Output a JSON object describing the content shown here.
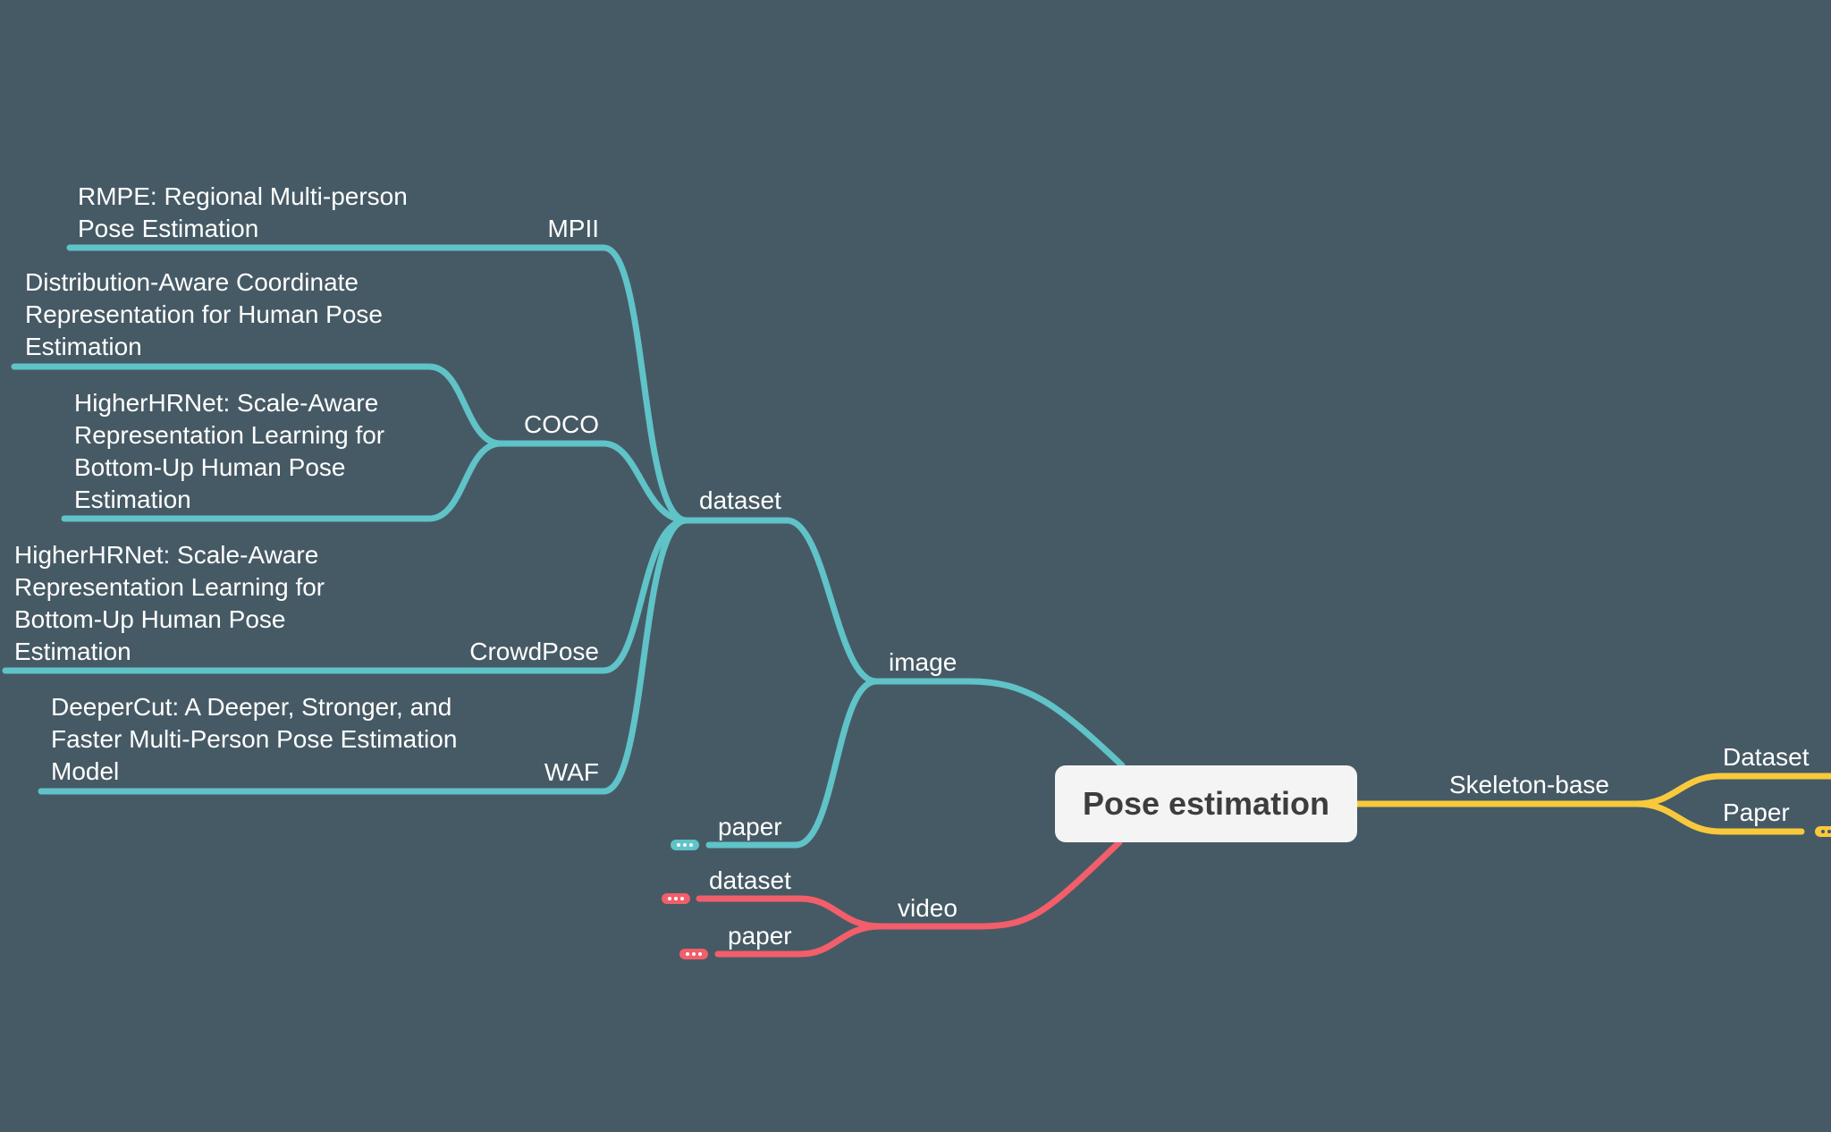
{
  "colors": {
    "background": "#465a65",
    "image_branch": "#5fc3c8",
    "video_branch": "#f25e6a",
    "skeleton_branch": "#f8c93c",
    "central_fill": "#f4f4f4",
    "central_text": "#3d3d3d"
  },
  "central": "Pose estimation",
  "image": {
    "label": "image",
    "dataset": {
      "label": "dataset",
      "mpii": {
        "label": "MPII",
        "paper": "RMPE: Regional Multi-person Pose Estimation"
      },
      "coco": {
        "label": "COCO",
        "papers": [
          "Distribution-Aware Coordinate Representation for Human Pose Estimation",
          "HigherHRNet: Scale-Aware Representation Learning for Bottom-Up Human Pose Estimation"
        ]
      },
      "crowdpose": {
        "label": "CrowdPose",
        "paper": "HigherHRNet: Scale-Aware Representation Learning for Bottom-Up Human Pose Estimation"
      },
      "waf": {
        "label": "WAF",
        "paper": "DeeperCut: A Deeper, Stronger, and Faster Multi-Person Pose Estimation Model"
      }
    },
    "paper": "paper"
  },
  "video": {
    "label": "video",
    "dataset": "dataset",
    "paper": "paper"
  },
  "skeleton": {
    "label": "Skeleton-base",
    "dataset": "Dataset",
    "paper": "Paper"
  },
  "collapsed_icon": "ellipsis-icon"
}
